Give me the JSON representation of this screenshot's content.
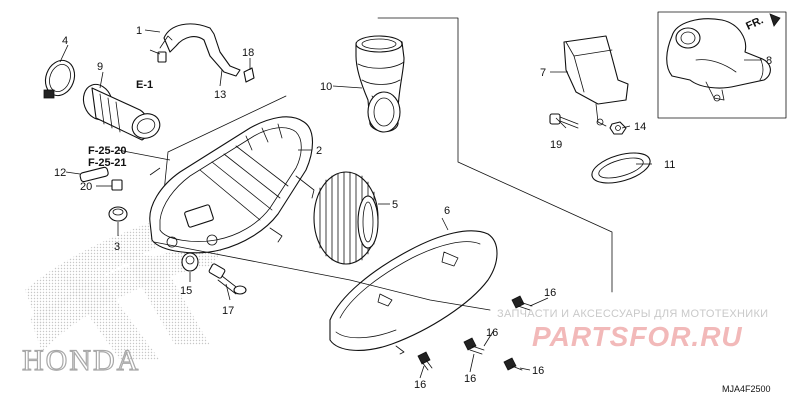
{
  "diagram": {
    "callouts": {
      "c1": "1",
      "c2": "2",
      "c3": "3",
      "c4": "4",
      "c5": "5",
      "c6": "6",
      "c7": "7",
      "c8": "8",
      "c9": "9",
      "c10": "10",
      "c11": "11",
      "c12": "12",
      "c13": "13",
      "c14": "14",
      "c15": "15",
      "c16a": "16",
      "c16b": "16",
      "c16c": "16",
      "c16d": "16",
      "c16e": "16",
      "c17": "17",
      "c18": "18",
      "c19": "19",
      "c20": "20"
    },
    "references": {
      "e1": "E-1",
      "f2520": "F-25-20",
      "f2521": "F-25-21"
    },
    "front_indicator": "FR.",
    "diagram_code": "MJA4F2500",
    "watermark": {
      "brand": "HONDA",
      "caption": "ЗАПЧАСТИ И АКСЕССУАРЫ ДЛЯ МОТОТЕХНИКИ",
      "logo": "PARTSFOR.RU"
    },
    "colors": {
      "line": "#111111",
      "watermark_logo": "#e04848",
      "watermark_gray": "#b0b0b0"
    }
  }
}
